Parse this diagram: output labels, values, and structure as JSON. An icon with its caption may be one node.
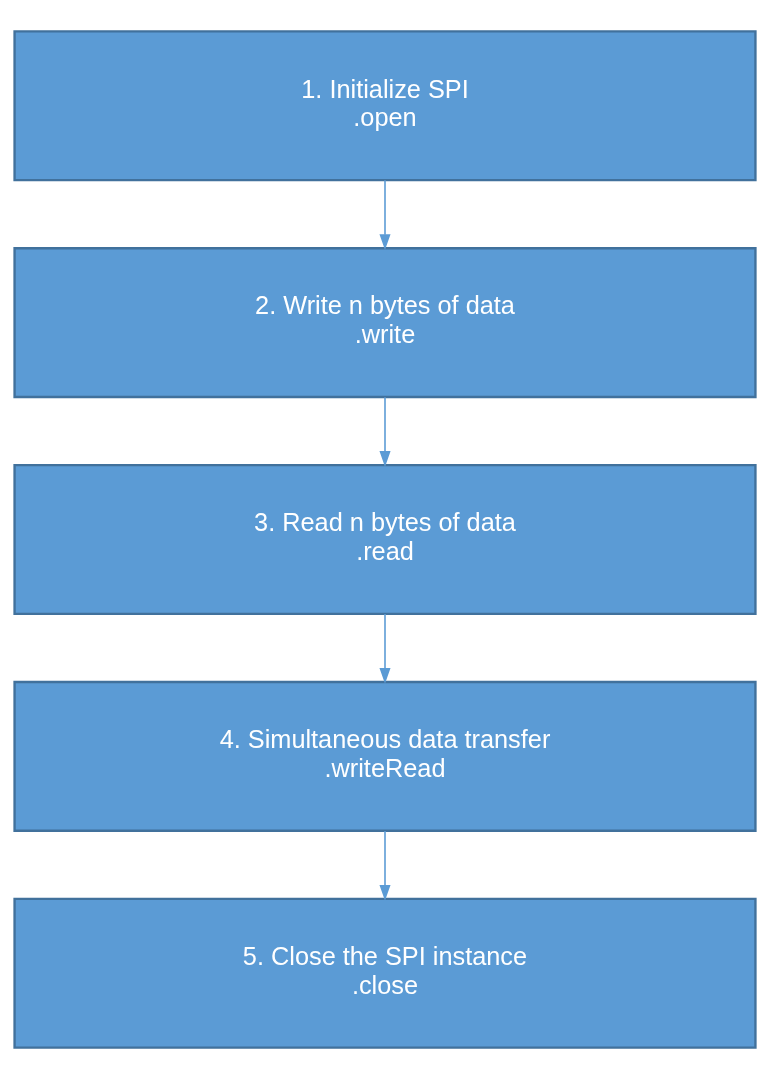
{
  "diagram": {
    "nodes": [
      {
        "text": [
          "1. Initialize SPI",
          ".open"
        ]
      },
      {
        "text": [
          "2. Write n bytes of data",
          ".write"
        ]
      },
      {
        "text": [
          "3. Read n bytes of data",
          ".read"
        ]
      },
      {
        "text": [
          "4. Simultaneous data transfer",
          ".writeRead"
        ]
      },
      {
        "text": [
          "5. Close the SPI instance",
          ".close"
        ]
      }
    ],
    "edges": [
      {
        "from": 0,
        "to": 1,
        "arrow": "to"
      },
      {
        "from": 1,
        "to": 2,
        "arrow": "to"
      },
      {
        "from": 2,
        "to": 3,
        "arrow": "to"
      },
      {
        "from": 3,
        "to": 4,
        "arrow": "to"
      }
    ]
  }
}
